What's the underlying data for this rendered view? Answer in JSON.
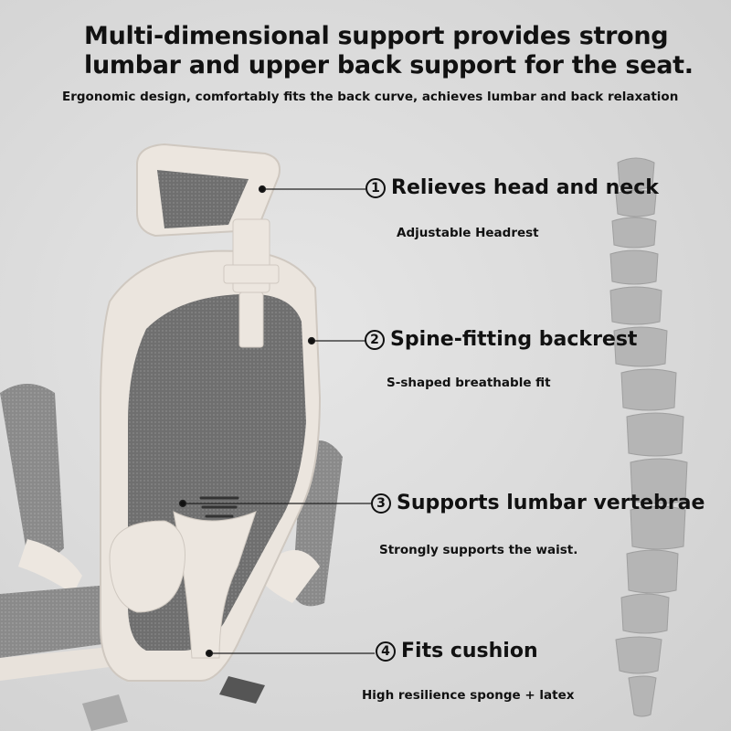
{
  "title": {
    "line1": "Multi-dimensional support provides strong",
    "line2": "lumbar and upper back support for the seat."
  },
  "subtitle": "Ergonomic design, comfortably fits the back curve, achieves lumbar and back relaxation",
  "features": [
    {
      "number": "1",
      "label": "Relieves head and neck",
      "description": "Adjustable Headrest"
    },
    {
      "number": "2",
      "label": "Spine-fitting backrest",
      "description": "S-shaped breathable fit"
    },
    {
      "number": "3",
      "label": "Supports lumbar vertebrae",
      "description": "Strongly supports the waist."
    },
    {
      "number": "4",
      "label": "Fits cushion",
      "description": "High resilience sponge + latex"
    }
  ],
  "colors": {
    "background": "#dadada",
    "frame": "#ece6df",
    "mesh": "#777777",
    "spine": "#b4b4b4"
  }
}
